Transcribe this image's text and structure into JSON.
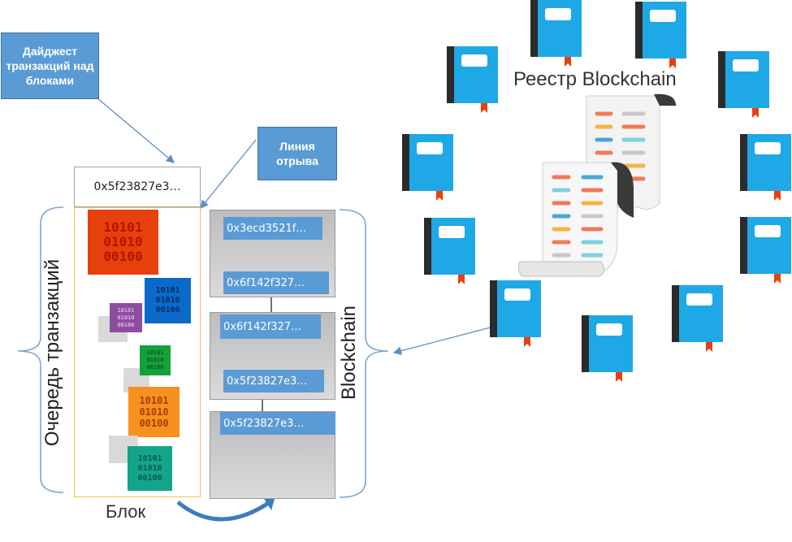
{
  "callouts": {
    "digest_label": "Дайджест транзакций над блоками",
    "break_line_label": "Линия отрыва"
  },
  "digest_hash": "0x5f23827e3…",
  "queue_label": "Очередь транзакций",
  "block_label": "Блок",
  "blockchain_label": "Blockchain",
  "ledger_label": "Реестр Blockchain",
  "tx_bits": [
    "10101",
    "01010",
    "00100"
  ],
  "chain_blocks": [
    {
      "top_hash": "0x3ecd3521f…",
      "bottom_hash": "0x6f142f327…"
    },
    {
      "top_hash": "0x6f142f327…",
      "bottom_hash": "0x5f23827e3…"
    },
    {
      "top_hash": "0x5f23827e3…"
    }
  ],
  "colors": {
    "callout": "#5b9bd5",
    "tx_red": "#e8400c",
    "tx_blue": "#0b6ac9",
    "tx_purple": "#8e4c9e",
    "tx_green": "#13a13a",
    "tx_orange": "#f7901e",
    "tx_teal": "#13a58a",
    "ledger_book": "#1fa8e6"
  }
}
